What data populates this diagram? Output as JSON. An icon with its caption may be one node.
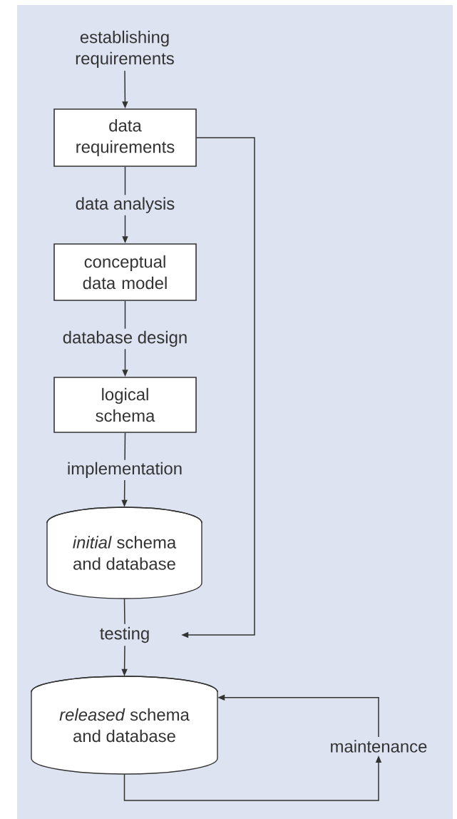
{
  "diagram": {
    "nodes": [
      {
        "text": [
          "establishing requirements"
        ]
      },
      {
        "text": [
          "data requirements"
        ]
      },
      {
        "text": [
          "conceptual data model"
        ]
      },
      {
        "text": [
          "logical schema"
        ]
      },
      {
        "text": [
          "*initial* schema and database"
        ]
      },
      {
        "text": [
          "testing"
        ]
      },
      {
        "text": [
          "*released* schema and database"
        ]
      },
      {
        "text": [
          "maintenance"
        ]
      }
    ],
    "edges": [
      {
        "from": 0,
        "to": 1,
        "arrow": "to"
      },
      {
        "from": 1,
        "to": 2,
        "arrow": "to",
        "label": "data analysis"
      },
      {
        "from": 2,
        "to": 3,
        "arrow": "to",
        "label": "database design"
      },
      {
        "from": 3,
        "to": 4,
        "arrow": "to",
        "label": "implementation"
      },
      {
        "from": 4,
        "to": 5,
        "arrow": "none"
      },
      {
        "from": 5,
        "to": 6,
        "arrow": "to"
      },
      {
        "from": 1,
        "to": 5,
        "arrow": "to"
      },
      {
        "from": 6,
        "to": 7,
        "arrow": "to"
      },
      {
        "from": 7,
        "to": 6,
        "arrow": "to"
      }
    ]
  }
}
